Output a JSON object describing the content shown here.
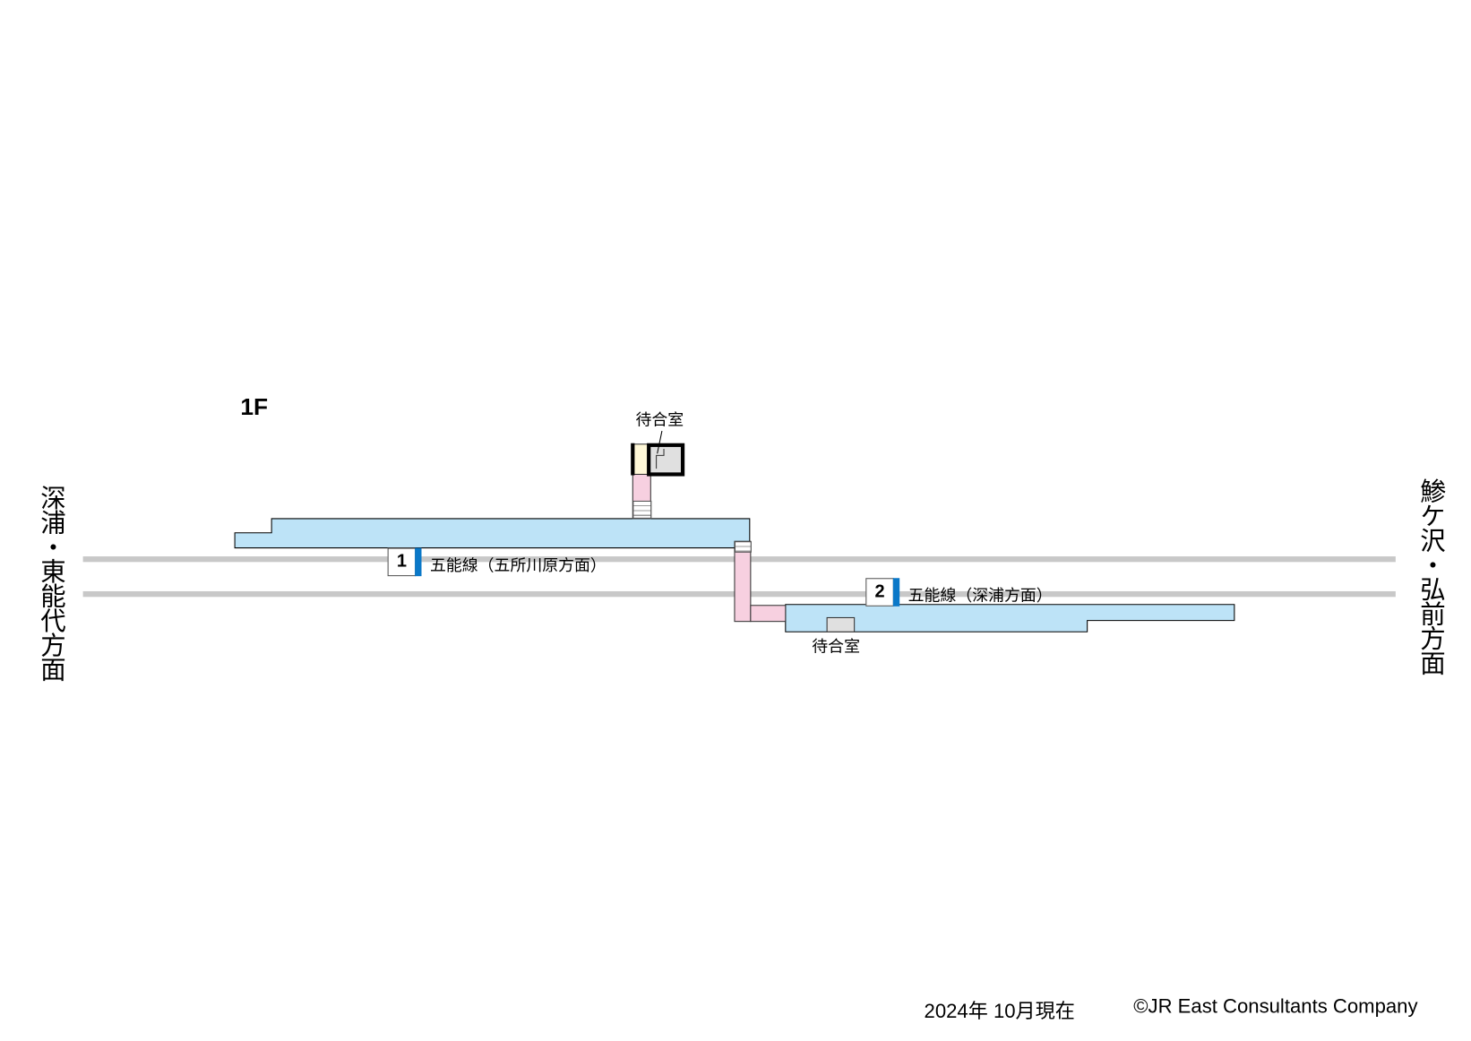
{
  "floor_label": "1F",
  "directions": {
    "left": "深浦・東能代方面",
    "right": "鯵ケ沢・弘前方面"
  },
  "platforms": [
    {
      "number": "1",
      "line_label": "五能線（五所川原方面）"
    },
    {
      "number": "2",
      "line_label": "五能線（深浦方面）"
    }
  ],
  "facilities": {
    "waiting_room_upper": "待合室",
    "waiting_room_platform2": "待合室"
  },
  "footer": {
    "date": "2024年 10月現在",
    "copyright": "©JR East Consultants Company"
  },
  "colors": {
    "platform": "#bde3f7",
    "stairs": "#f7d0e0",
    "track": "#c8c8c8",
    "sign_bar": "#0a78c8",
    "room": "#e0e0e0",
    "entrance": "#fff8d8"
  }
}
